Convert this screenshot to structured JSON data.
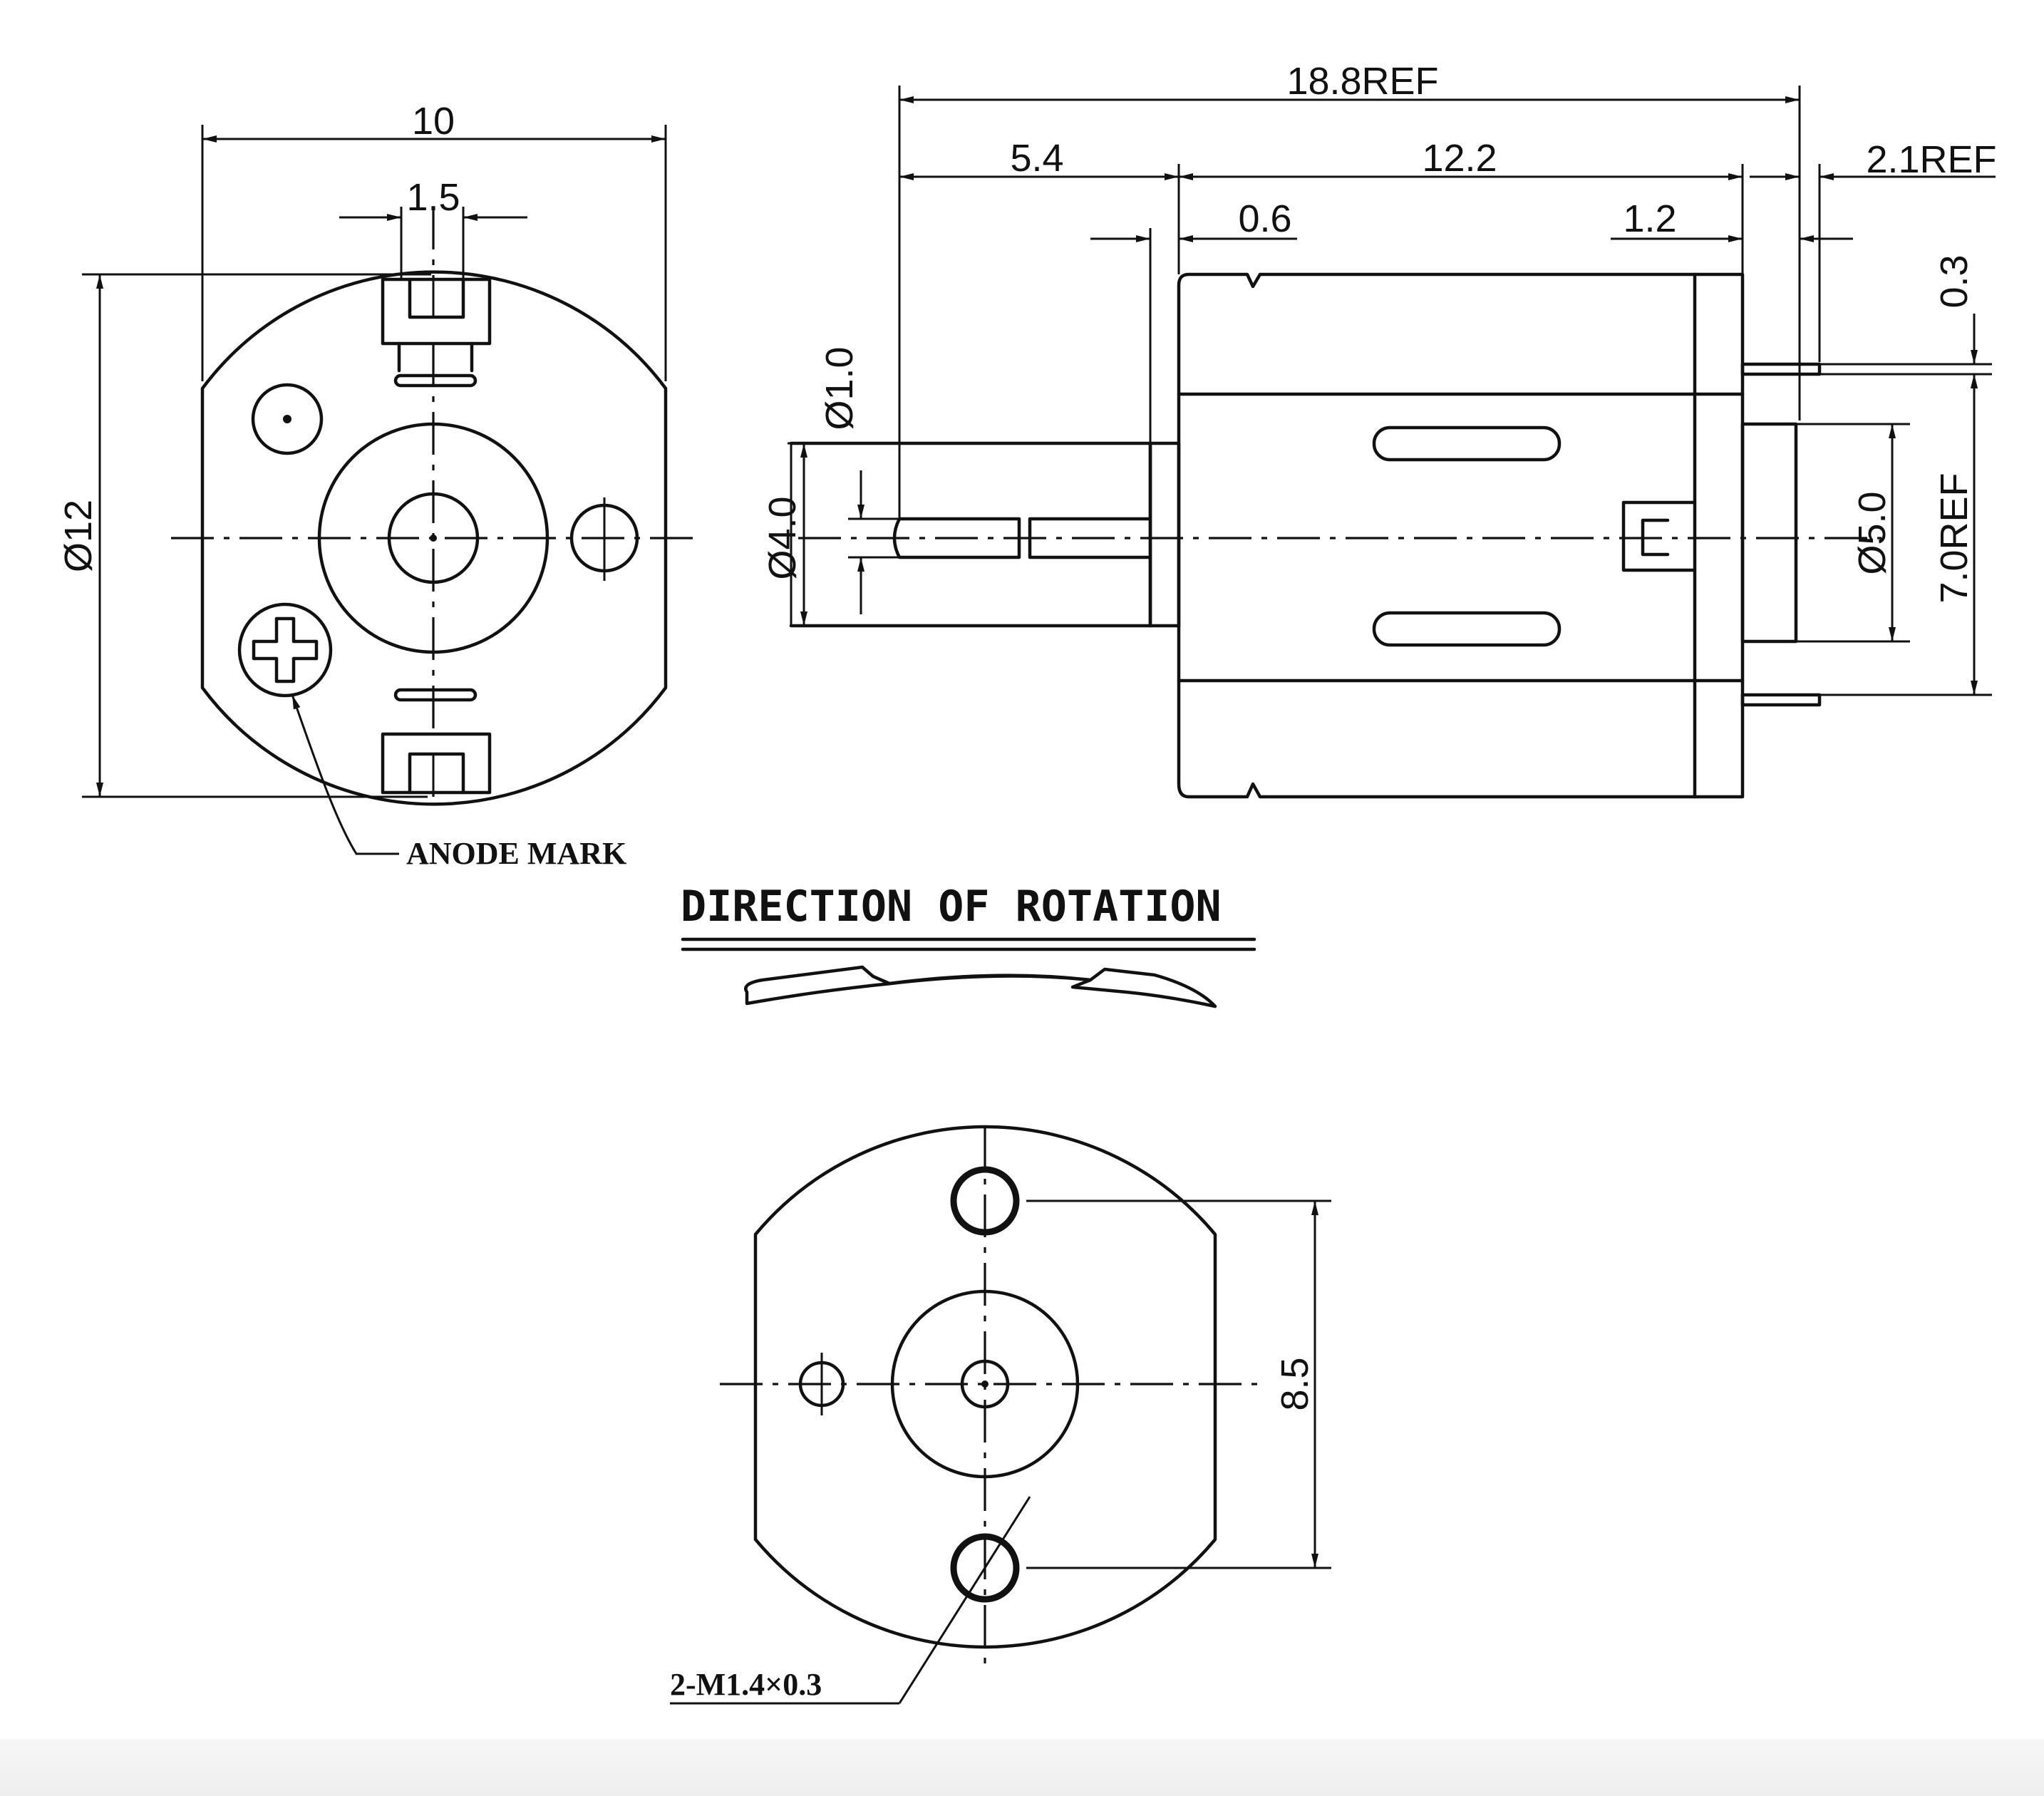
{
  "front_view": {
    "width_dim": "10",
    "tab_dim": "1.5",
    "diameter_dim": "Ø12",
    "anode_label": "ANODE MARK"
  },
  "side_view": {
    "overall_length": "18.8REF",
    "shaft_length": "5.4",
    "body_length": "12.2",
    "end_ref": "2.1REF",
    "flange": "0.6",
    "endcap": "1.2",
    "terminal_thickness": "0.3",
    "shaft_dia": "Ø1.0",
    "boss_dia": "Ø4.0",
    "rear_boss_dia": "Ø5.0",
    "terminal_span": "7.0REF"
  },
  "rotation_title": "DIRECTION OF ROTATION",
  "rear_view": {
    "hole_spacing": "8.5",
    "thread_label": "2-M1.4×0.3"
  }
}
